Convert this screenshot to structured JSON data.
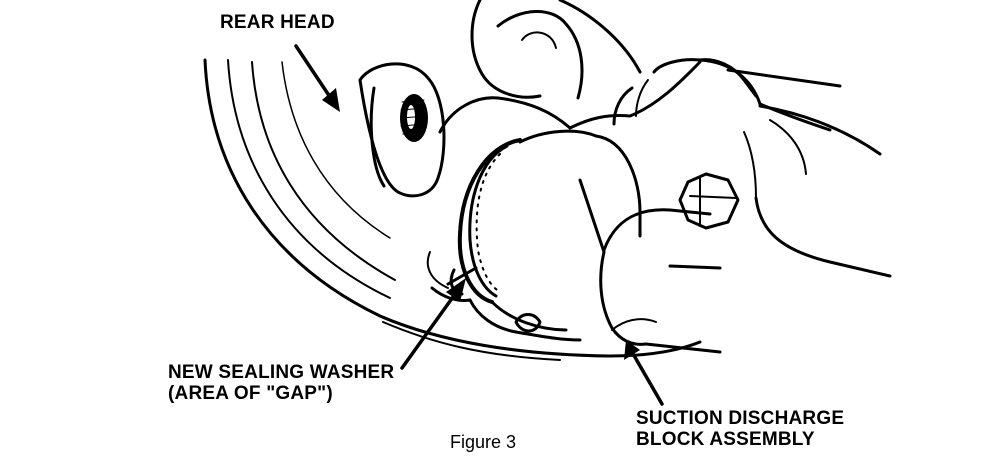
{
  "labels": {
    "rear_head": "REAR HEAD",
    "sealing_washer": [
      "NEW SEALING WASHER",
      "(AREA OF \"GAP\")"
    ],
    "block_assembly": [
      "SUCTION DISCHARGE",
      "BLOCK ASSEMBLY"
    ]
  },
  "caption": "Figure 3",
  "colors": {
    "ink": "#000000",
    "paper": "#ffffff"
  }
}
